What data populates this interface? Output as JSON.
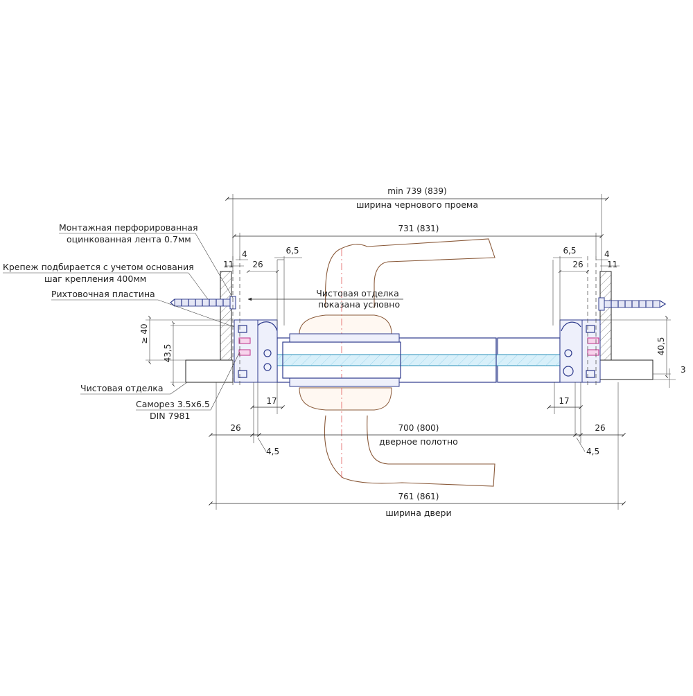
{
  "labels": {
    "rough_opening_dim": "min 739 (839)",
    "rough_opening_name": "ширина чернового проема",
    "frame_dim": "731 (831)",
    "door_leaf_dim": "700 (800)",
    "door_leaf_name": "дверное полотно",
    "door_width_dim": "761 (861)",
    "door_width_name": "ширина двери",
    "finish_note_1": "Чистовая отделка",
    "finish_note_2": "показана условно",
    "tape_1": "Монтажная перфорированная",
    "tape_2": "оцинкованная лента 0.7мм",
    "fastener_1": "Крепеж подбирается с учетом основания",
    "fastener_2": "шаг крепления 400мм",
    "plate": "Рихтовочная пластина",
    "finish": "Чистовая отделка",
    "screw_1": "Саморез 3.5x6.5",
    "screw_2": "DIN 7981"
  },
  "dims": {
    "d11_left": "11",
    "d4_left": "4",
    "d26_left_top": "26",
    "d65_left": "6,5",
    "d40": "≥ 40",
    "d435": "43,5",
    "d17_left": "17",
    "d26_left_bottom": "26",
    "d45_left": "4,5",
    "d65_right": "6,5",
    "d4_right": "4",
    "d26_right_top": "26",
    "d11_right": "11",
    "d405": "40,5",
    "d3": "3",
    "d17_right": "17",
    "d26_right_bottom": "26",
    "d45_right": "4,5"
  },
  "colors": {
    "profile": "#2d3a8c",
    "glass": "#2a8fb8",
    "handle": "#8a5a3a",
    "screw": "#c0308a"
  }
}
